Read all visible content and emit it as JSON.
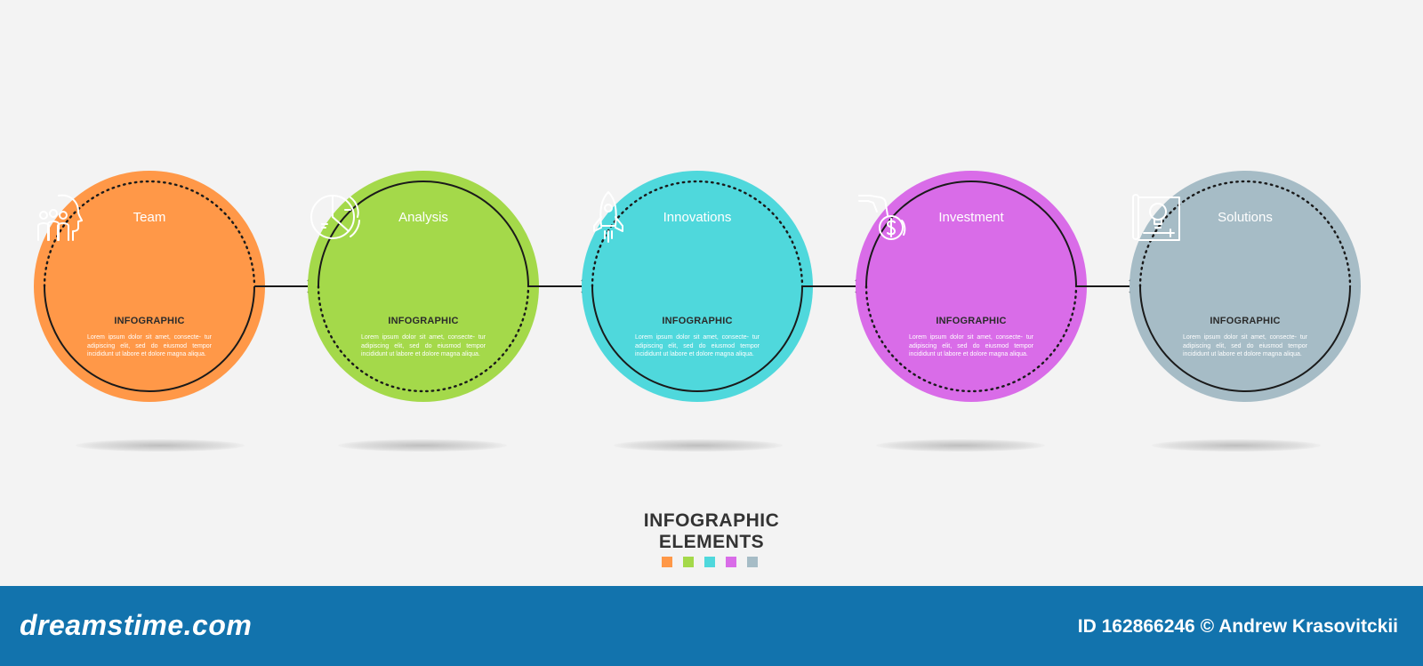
{
  "steps": [
    {
      "title": "Team",
      "subtitle": "INFOGRAPHIC",
      "color": "#ff9848",
      "icon": "team-icon",
      "desc": "Lorem ipsum dolor sit amet, consecte- tur adipiscing elit, sed do eiusmod tempor incididunt ut labore et dolore magna aliqua."
    },
    {
      "title": "Analysis",
      "subtitle": "INFOGRAPHIC",
      "color": "#a4d94a",
      "icon": "pie-chart-icon",
      "desc": "Lorem ipsum dolor sit amet, consecte- tur adipiscing elit, sed do eiusmod tempor incididunt ut labore et dolore magna aliqua."
    },
    {
      "title": "Innovations",
      "subtitle": "INFOGRAPHIC",
      "color": "#4fd8dc",
      "icon": "rocket-icon",
      "desc": "Lorem ipsum dolor sit amet, consecte- tur adipiscing elit, sed do eiusmod tempor incididunt ut labore et dolore magna aliqua."
    },
    {
      "title": "Investment",
      "subtitle": "INFOGRAPHIC",
      "color": "#d96ce8",
      "icon": "hand-coin-icon",
      "desc": "Lorem ipsum dolor sit amet, consecte- tur adipiscing elit, sed do eiusmod tempor incididunt ut labore et dolore magna aliqua."
    },
    {
      "title": "Solutions",
      "subtitle": "INFOGRAPHIC",
      "color": "#a6bcc6",
      "icon": "blueprint-lightbulb-icon",
      "desc": "Lorem ipsum dolor sit amet, consecte- tur adipiscing elit, sed do eiusmod tempor incididunt ut labore et dolore magna aliqua."
    }
  ],
  "footer": {
    "line1": "INFOGRAPHIC",
    "line2": "ELEMENTS"
  },
  "watermark": {
    "site": "dreamstime.com",
    "credit": "ID 162866246 © Andrew Krasovitckii"
  }
}
